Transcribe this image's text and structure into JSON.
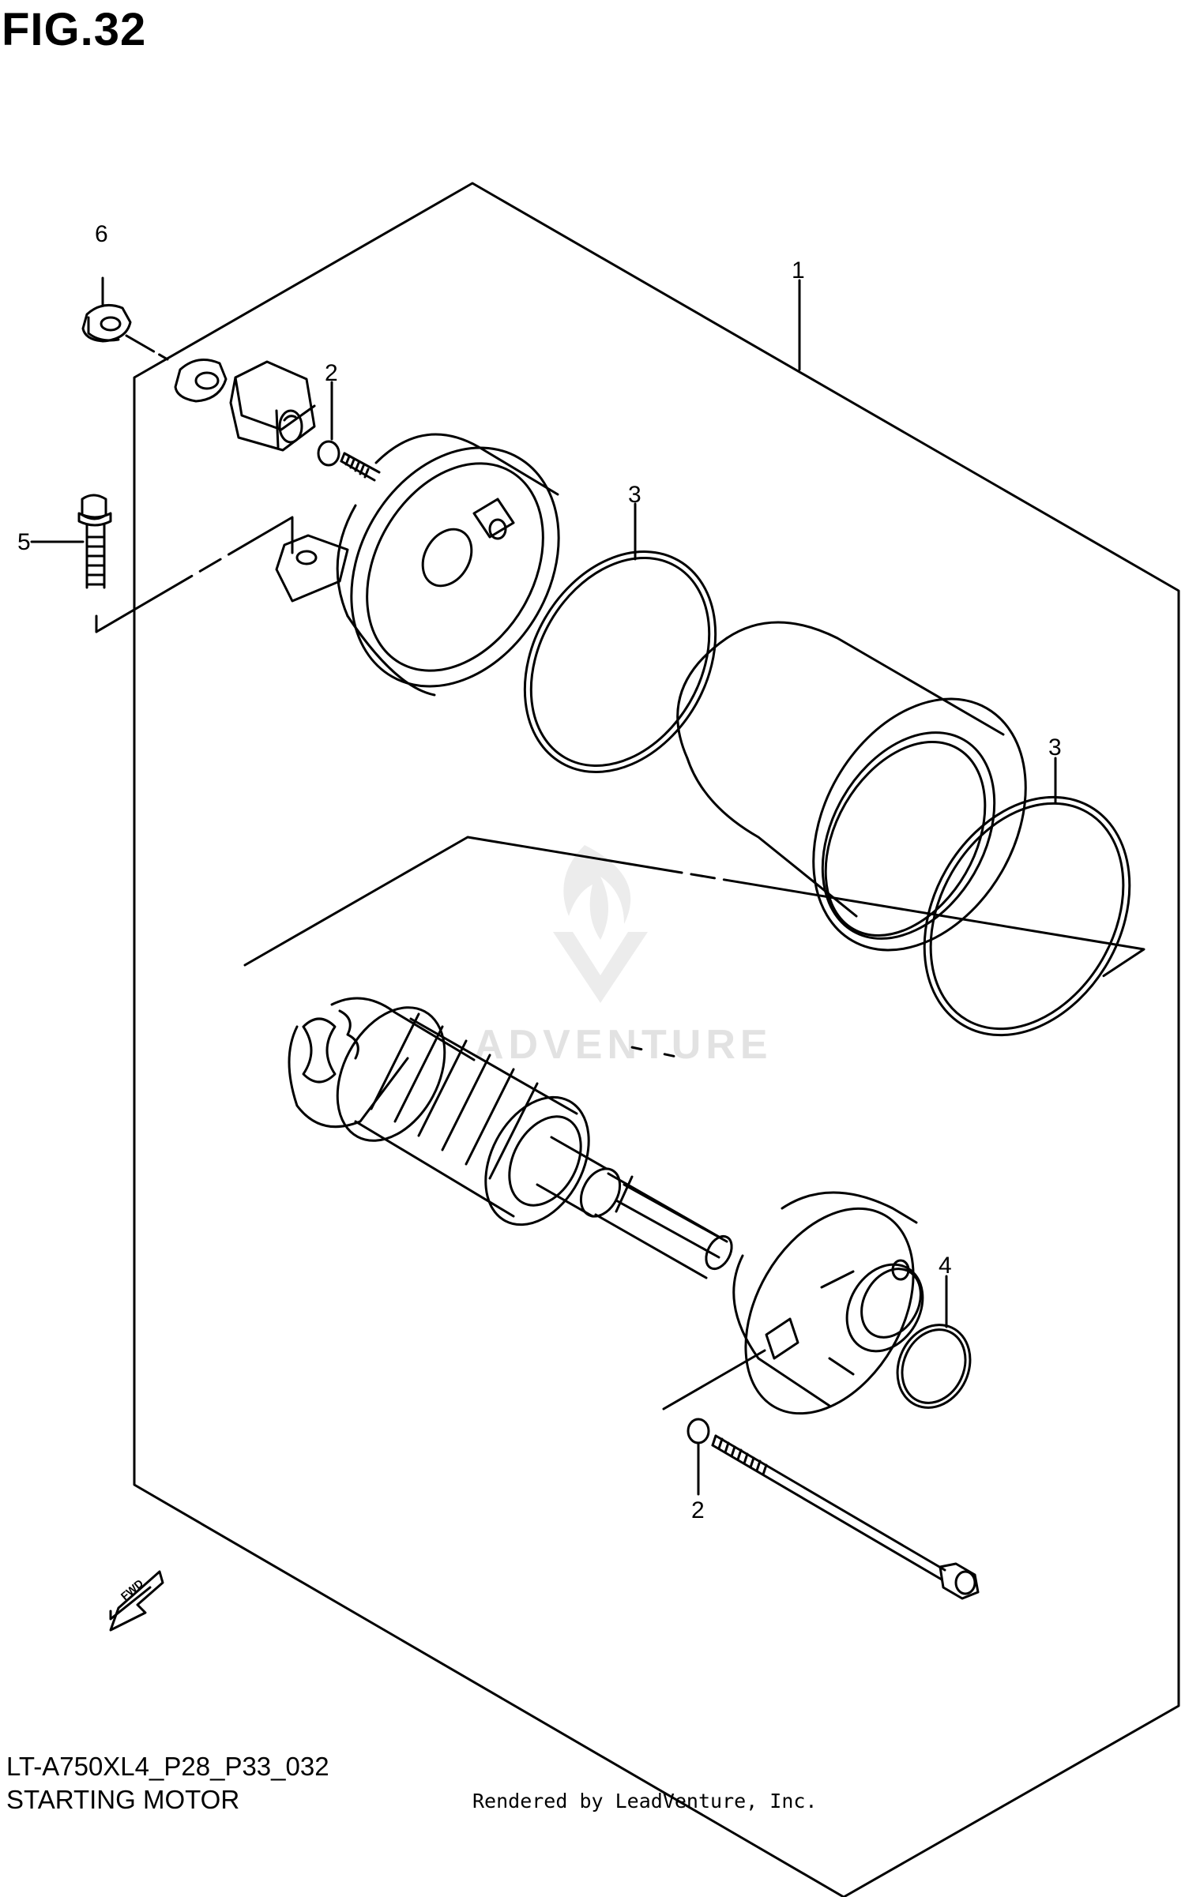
{
  "figure": {
    "title": "FIG.32",
    "diagram_code": "LT-A750XL4_P28_P33_032",
    "caption": "STARTING MOTOR",
    "rendered_by": "Rendered by LeadVenture, Inc."
  },
  "callouts": {
    "c1": "1",
    "c2_top": "2",
    "c2_bottom": "2",
    "c3_left": "3",
    "c3_right": "3",
    "c4": "4",
    "c5": "5",
    "c6": "6"
  },
  "fwd_label": "FWD",
  "watermark": "ADVENTURE"
}
